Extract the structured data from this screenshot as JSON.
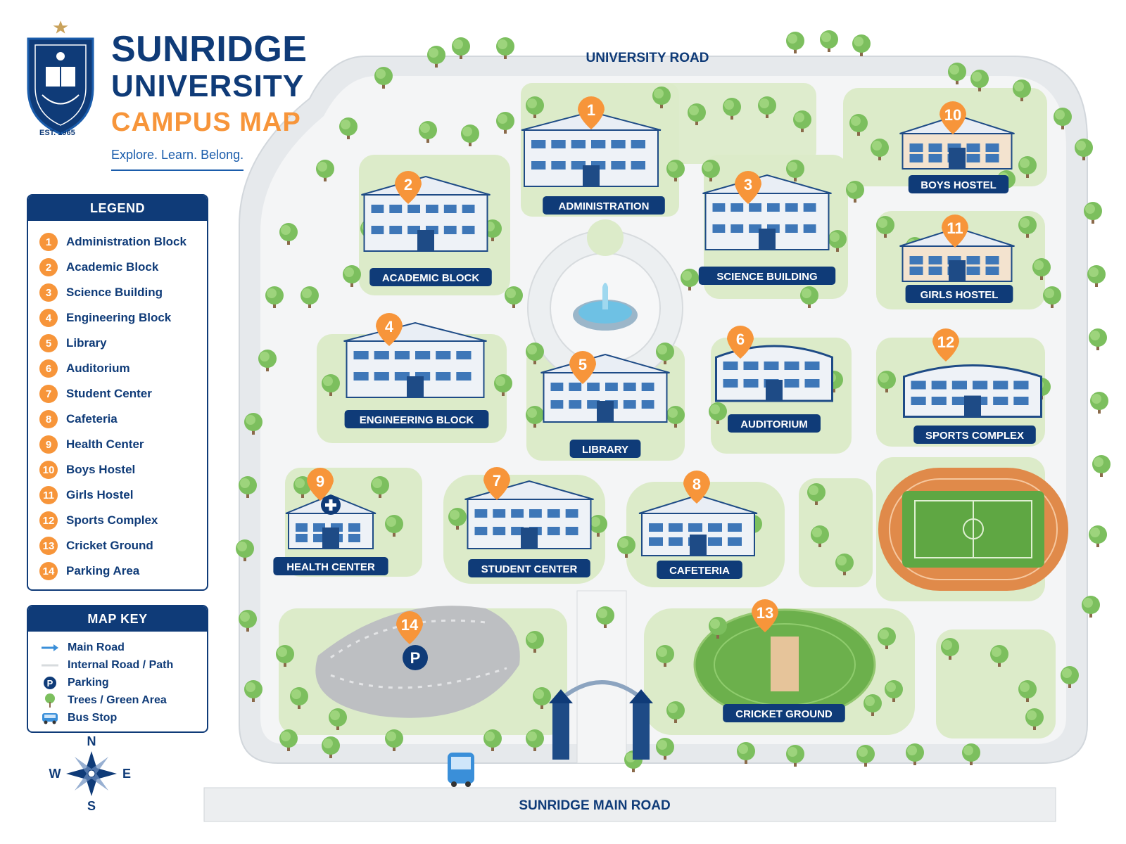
{
  "header": {
    "title_line1": "SUNRIDGE",
    "title_line2": "UNIVERSITY",
    "title_line3": "CAMPUS MAP",
    "tagline": "Explore. Learn. Belong.",
    "established": "EST. 1965"
  },
  "legend": {
    "title": "LEGEND",
    "items": [
      {
        "num": "1",
        "label": "Administration Block"
      },
      {
        "num": "2",
        "label": "Academic Block"
      },
      {
        "num": "3",
        "label": "Science Building"
      },
      {
        "num": "4",
        "label": "Engineering Block"
      },
      {
        "num": "5",
        "label": "Library"
      },
      {
        "num": "6",
        "label": "Auditorium"
      },
      {
        "num": "7",
        "label": "Student Center"
      },
      {
        "num": "8",
        "label": "Cafeteria"
      },
      {
        "num": "9",
        "label": "Health Center"
      },
      {
        "num": "10",
        "label": "Boys Hostel"
      },
      {
        "num": "11",
        "label": "Girls Hostel"
      },
      {
        "num": "12",
        "label": "Sports Complex"
      },
      {
        "num": "13",
        "label": "Cricket Ground"
      },
      {
        "num": "14",
        "label": "Parking Area"
      }
    ]
  },
  "map_key": {
    "title": "MAP KEY",
    "items": [
      {
        "icon": "arrow-icon",
        "label": "Main Road"
      },
      {
        "icon": "line-icon",
        "label": "Internal Road / Path"
      },
      {
        "icon": "parking-icon",
        "label": "Parking"
      },
      {
        "icon": "tree-icon",
        "label": "Trees / Green Area"
      },
      {
        "icon": "bus-icon",
        "label": "Bus Stop"
      }
    ]
  },
  "compass": {
    "n": "N",
    "s": "S",
    "e": "E",
    "w": "W"
  },
  "roads": {
    "top": "UNIVERSITY ROAD",
    "bottom": "SUNRIDGE MAIN ROAD"
  },
  "parking_symbol": "P",
  "buildings": [
    {
      "num": "1",
      "label": "ADMINISTRATION",
      "type": "admin"
    },
    {
      "num": "2",
      "label": "ACADEMIC BLOCK",
      "type": "block"
    },
    {
      "num": "3",
      "label": "SCIENCE BUILDING",
      "type": "block"
    },
    {
      "num": "4",
      "label": "ENGINEERING BLOCK",
      "type": "block"
    },
    {
      "num": "5",
      "label": "LIBRARY",
      "type": "library"
    },
    {
      "num": "6",
      "label": "AUDITORIUM",
      "type": "dome"
    },
    {
      "num": "7",
      "label": "STUDENT CENTER",
      "type": "block"
    },
    {
      "num": "8",
      "label": "CAFETERIA",
      "type": "cafe"
    },
    {
      "num": "9",
      "label": "HEALTH CENTER",
      "type": "health"
    },
    {
      "num": "10",
      "label": "BOYS HOSTEL",
      "type": "hostel"
    },
    {
      "num": "11",
      "label": "GIRLS HOSTEL",
      "type": "hostel"
    },
    {
      "num": "12",
      "label": "SPORTS COMPLEX",
      "type": "arena"
    },
    {
      "num": "13",
      "label": "CRICKET GROUND",
      "type": "none"
    },
    {
      "num": "14",
      "label": "",
      "type": "none"
    }
  ],
  "colors": {
    "navy": "#0f3b78",
    "orange": "#f7953a",
    "grass": "#dcebc9",
    "road": "#f2f3f4",
    "track": "#e08a4a",
    "field": "#5fa743",
    "tree": "#7cbf5e"
  }
}
